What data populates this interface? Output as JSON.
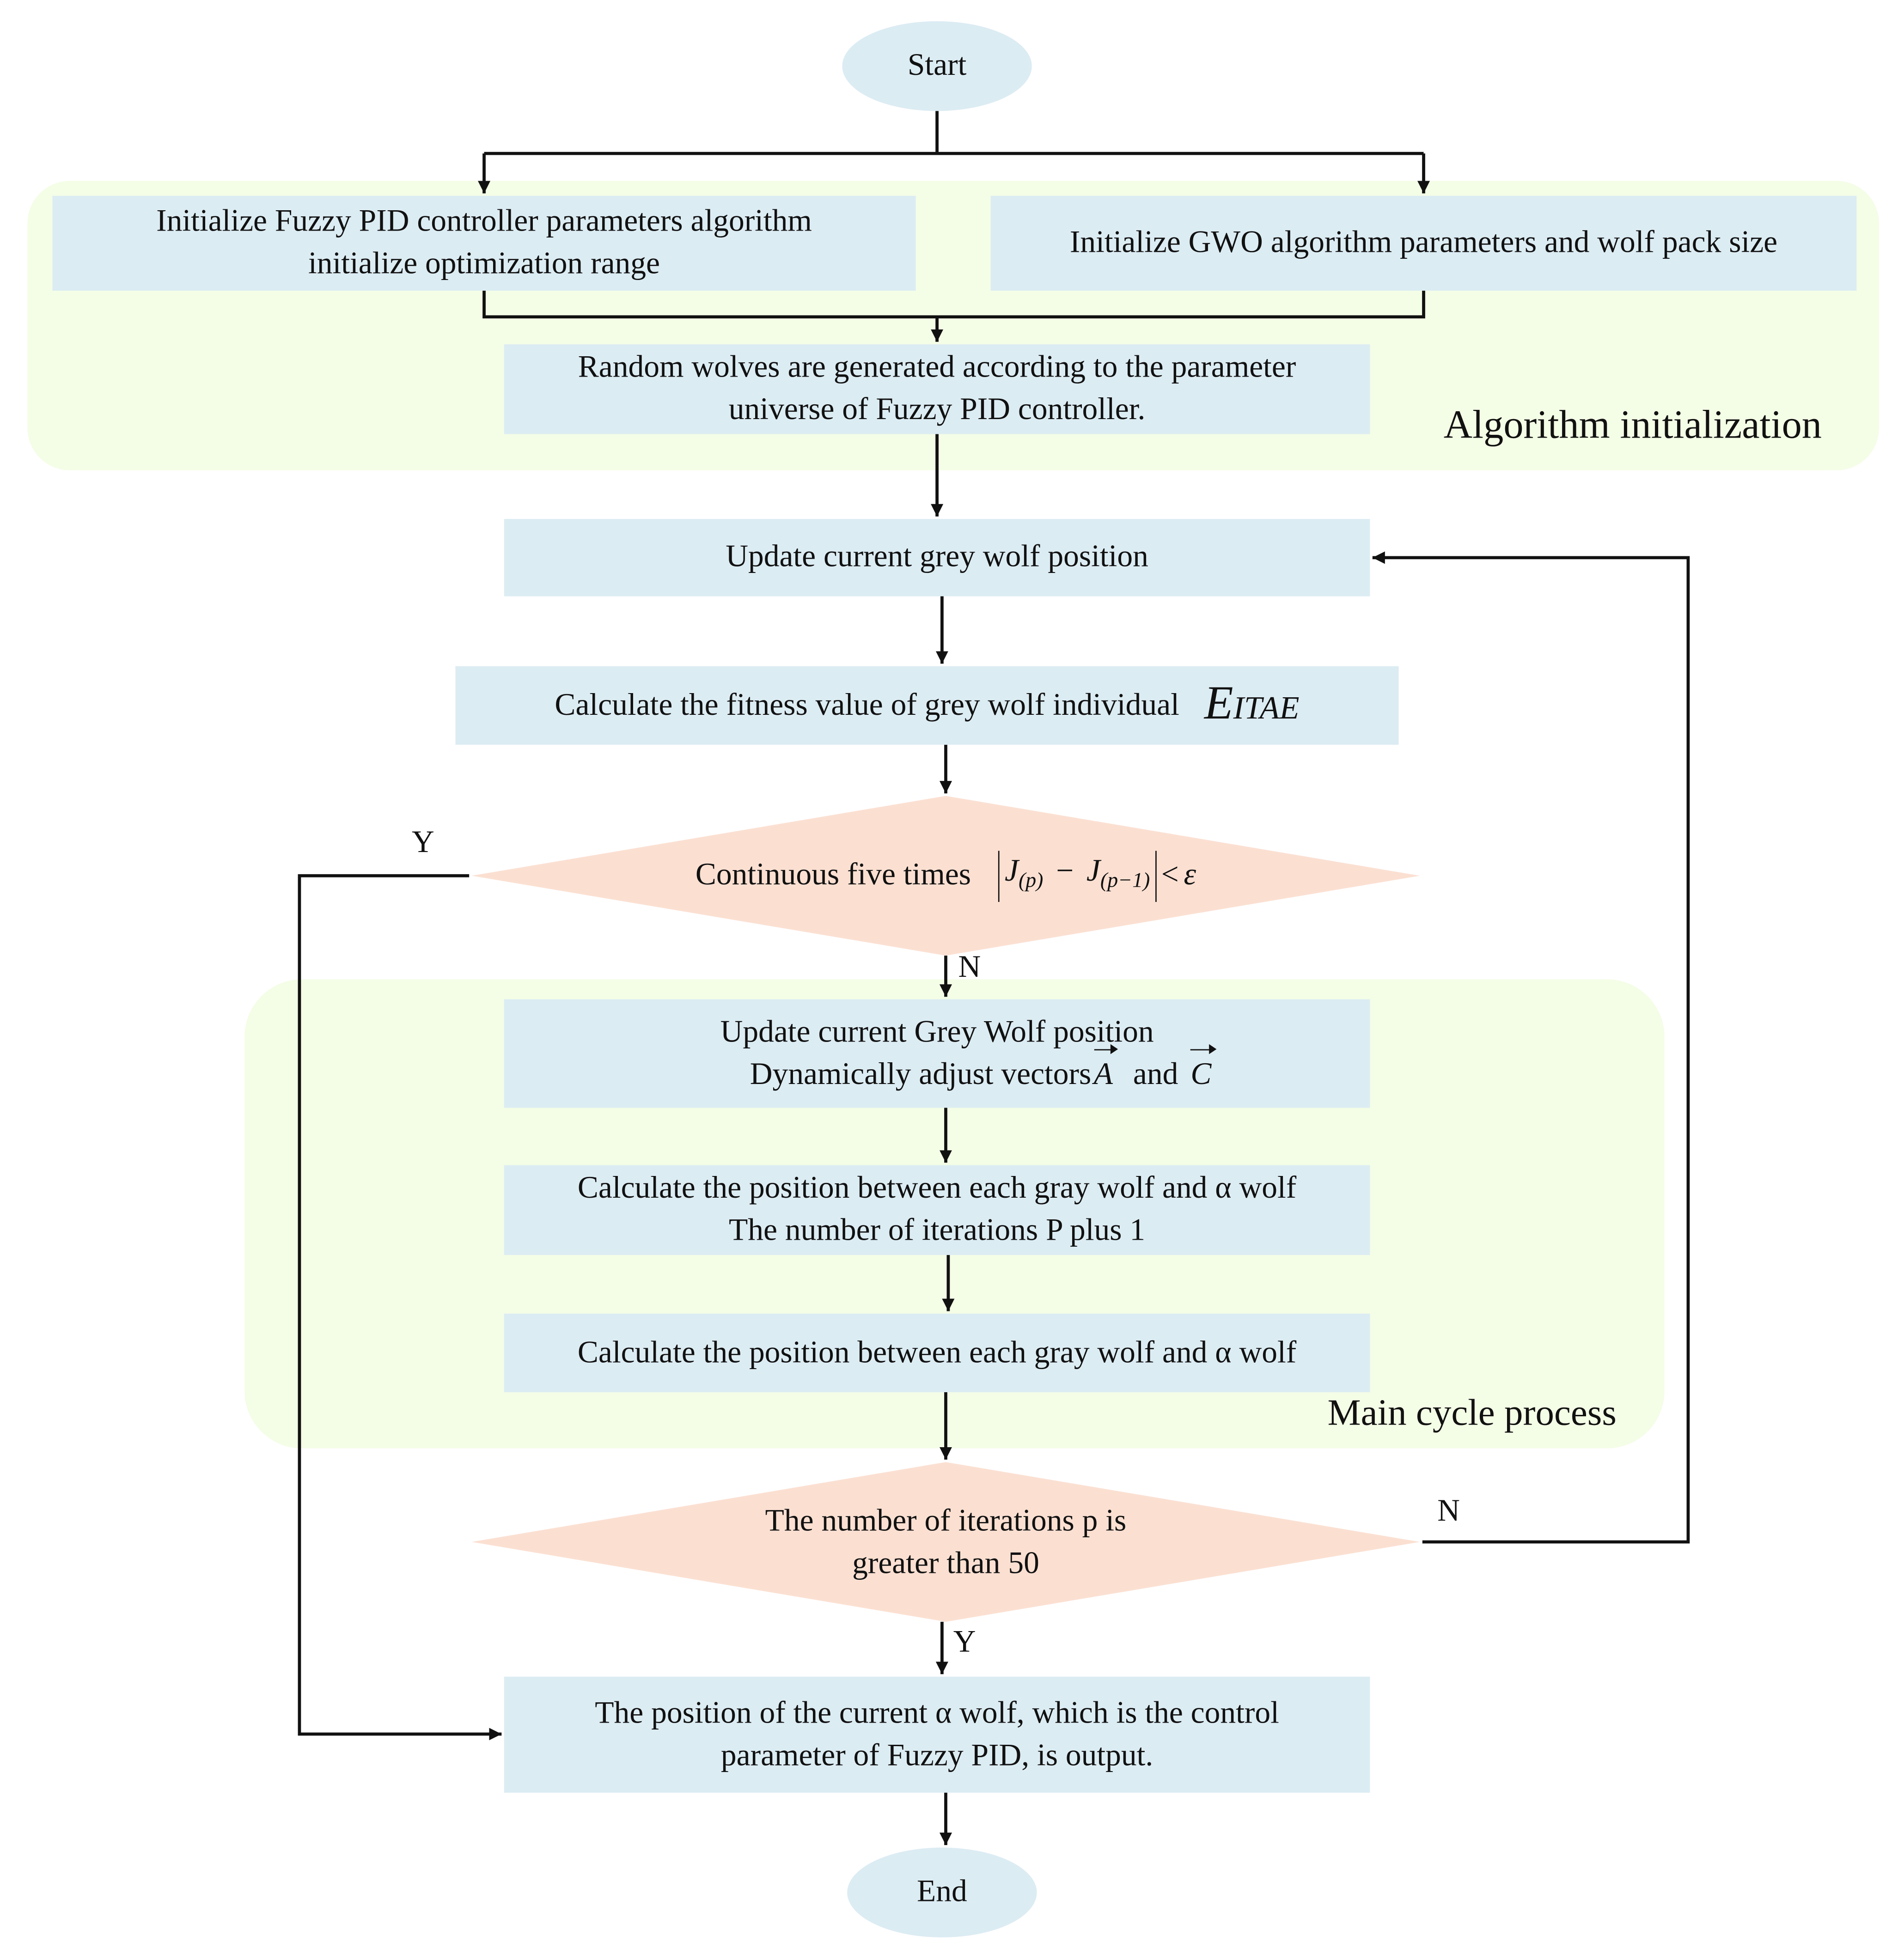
{
  "colors": {
    "process_fill": "#dcecf3",
    "decision_fill": "#fbe0d2",
    "terminal_fill": "#dcecf3",
    "region_fill": "#f4fde6",
    "line": "#111111"
  },
  "nodes": {
    "start": "Start",
    "init_fuzzy_line1": "Initialize Fuzzy PID controller parameters algorithm",
    "init_fuzzy_line2": "initialize  optimization range",
    "init_gwo": "Initialize GWO algorithm parameters and wolf pack size",
    "random_wolves_line1": "Random wolves are generated according to the parameter",
    "random_wolves_line2": "universe of Fuzzy PID controller.",
    "update_position": "Update current grey wolf position",
    "fitness_text": "Calculate the fitness value of grey wolf individual",
    "fitness_symbol": "E",
    "fitness_subscript": "ITAE",
    "decision1_text": "Continuous five times",
    "decision1_formula": {
      "j": "J",
      "sub_p": "(p)",
      "minus": "−",
      "sub_p1": "(p−1)",
      "lt": "<",
      "eps": "ε"
    },
    "update_grey_line1": "Update current Grey Wolf position",
    "update_grey_line2_prefix": "Dynamically adjust vectors",
    "vec_a": "A",
    "and": "and",
    "vec_c": "C",
    "calc_alpha_line1": "Calculate the position between each gray wolf and α wolf",
    "calc_alpha_line2": "The number of iterations P plus 1",
    "calc_alpha2": "Calculate the position between each gray wolf and α wolf",
    "decision2_line1": "The number of iterations p is",
    "decision2_line2": "greater than 50",
    "output_line1": "The position of the current α wolf, which is the control",
    "output_line2": "parameter of Fuzzy PID, is output.",
    "end": "End"
  },
  "regions": {
    "init": "Algorithm initialization",
    "main": "Main cycle process"
  },
  "edge_labels": {
    "d1_yes": "Y",
    "d1_no": "N",
    "d2_no": "N",
    "d2_yes": "Y"
  }
}
